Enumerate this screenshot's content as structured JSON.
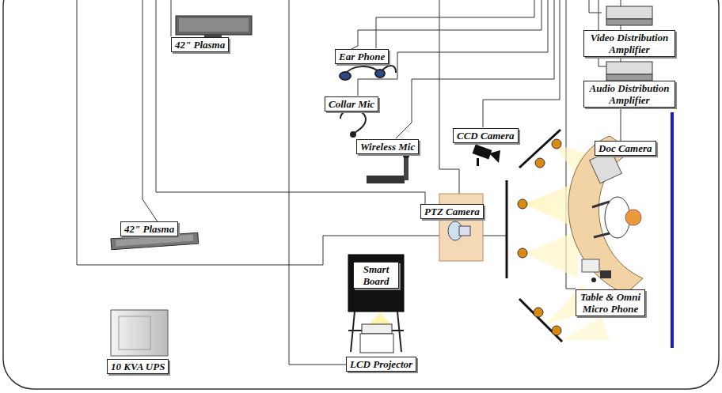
{
  "diagram": {
    "nodes": [
      {
        "text": [
          "42\" Plasma"
        ]
      },
      {
        "text": [
          "Video Distribution Amplifier"
        ]
      },
      {
        "text": [
          "Ear Phone"
        ]
      },
      {
        "text": [
          "Audio Distribution Amplifier"
        ]
      },
      {
        "text": [
          "Collar Mic"
        ]
      },
      {
        "text": [
          "CCD Camera"
        ]
      },
      {
        "text": [
          "Wireless Mic"
        ]
      },
      {
        "text": [
          "Doc Camera"
        ]
      },
      {
        "text": [
          "PTZ Camera"
        ]
      },
      {
        "text": [
          "42\" Plasma"
        ]
      },
      {
        "text": [
          "Smart Board"
        ]
      },
      {
        "text": [
          "Table & Omni Micro Phone"
        ]
      },
      {
        "text": [
          "10 KVA UPS"
        ]
      },
      {
        "text": [
          "LCD Projector"
        ]
      }
    ]
  }
}
